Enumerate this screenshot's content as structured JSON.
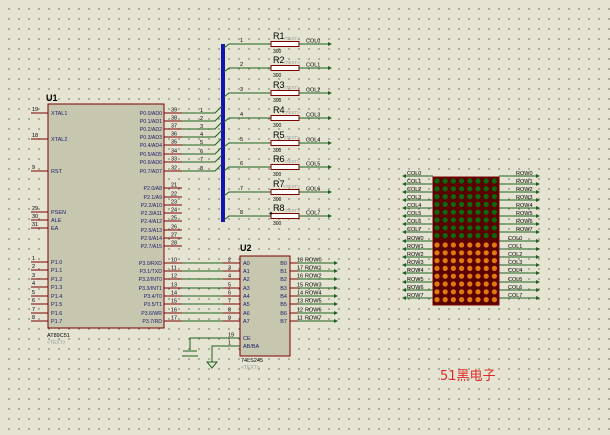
{
  "u1": {
    "ref": "U1",
    "part": "AT89C51",
    "tag": "<TEXT>",
    "left_pins": [
      {
        "n": "19",
        "name": "XTAL1"
      },
      {
        "n": "18",
        "name": "XTAL2"
      },
      {
        "n": "9",
        "name": "RST"
      },
      {
        "n": "29",
        "name": "PSEN"
      },
      {
        "n": "30",
        "name": "ALE"
      },
      {
        "n": "31",
        "name": "EA"
      },
      {
        "n": "1",
        "name": "P1.0"
      },
      {
        "n": "2",
        "name": "P1.1"
      },
      {
        "n": "3",
        "name": "P1.2"
      },
      {
        "n": "4",
        "name": "P1.3"
      },
      {
        "n": "5",
        "name": "P1.4"
      },
      {
        "n": "6",
        "name": "P1.5"
      },
      {
        "n": "7",
        "name": "P1.6"
      },
      {
        "n": "8",
        "name": "P1.7"
      }
    ],
    "right_pins_p0": [
      {
        "n": "39",
        "name": "P0.0/AD0"
      },
      {
        "n": "38",
        "name": "P0.1/AD1"
      },
      {
        "n": "37",
        "name": "P0.2/AD2"
      },
      {
        "n": "36",
        "name": "P0.3/AD3"
      },
      {
        "n": "35",
        "name": "P0.4/AD4"
      },
      {
        "n": "34",
        "name": "P0.5/AD5"
      },
      {
        "n": "33",
        "name": "P0.6/AD6"
      },
      {
        "n": "32",
        "name": "P0.7/AD7"
      }
    ],
    "right_pins_p2": [
      {
        "n": "21",
        "name": "P2.0/A8"
      },
      {
        "n": "22",
        "name": "P2.1/A9"
      },
      {
        "n": "23",
        "name": "P2.2/A10"
      },
      {
        "n": "24",
        "name": "P2.3/A11"
      },
      {
        "n": "25",
        "name": "P2.4/A12"
      },
      {
        "n": "26",
        "name": "P2.5/A13"
      },
      {
        "n": "27",
        "name": "P2.6/A14"
      },
      {
        "n": "28",
        "name": "P2.7/A15"
      }
    ],
    "right_pins_p3": [
      {
        "n": "10",
        "name": "P3.0/RXD"
      },
      {
        "n": "11",
        "name": "P3.1/TXD"
      },
      {
        "n": "12",
        "name": "P3.2/INT0"
      },
      {
        "n": "13",
        "name": "P3.3/INT1"
      },
      {
        "n": "14",
        "name": "P3.4/T0"
      },
      {
        "n": "15",
        "name": "P3.5/T1"
      },
      {
        "n": "16",
        "name": "P3.6/WR"
      },
      {
        "n": "17",
        "name": "P3.7/RD"
      }
    ]
  },
  "bus_wires": [
    "1",
    "2",
    "3",
    "4",
    "5",
    "6",
    "7",
    "8"
  ],
  "resistors": [
    {
      "ref": "R1",
      "value": "300",
      "tag": "<TEXT>",
      "net": "COL0"
    },
    {
      "ref": "R2",
      "value": "300",
      "tag": "<TEXT>",
      "net": "COL1"
    },
    {
      "ref": "R3",
      "value": "300",
      "tag": "<TEXT>",
      "net": "COL2"
    },
    {
      "ref": "R4",
      "value": "300",
      "tag": "<TEXT>",
      "net": "COL3"
    },
    {
      "ref": "R5",
      "value": "300",
      "tag": "<TEXT>",
      "net": "COL4"
    },
    {
      "ref": "R6",
      "value": "300",
      "tag": "<TEXT>",
      "net": "COL5"
    },
    {
      "ref": "R7",
      "value": "300",
      "tag": "<TEXT>",
      "net": "COL6"
    },
    {
      "ref": "R8",
      "value": "300",
      "tag": "<TEXT>",
      "net": "COL7"
    }
  ],
  "u2": {
    "ref": "U2",
    "part": "74LS245",
    "tag": "<TEXT>",
    "a_pins": [
      {
        "n": "2",
        "name": "A0"
      },
      {
        "n": "3",
        "name": "A1"
      },
      {
        "n": "4",
        "name": "A2"
      },
      {
        "n": "5",
        "name": "A3"
      },
      {
        "n": "6",
        "name": "A4"
      },
      {
        "n": "7",
        "name": "A5"
      },
      {
        "n": "8",
        "name": "A6"
      },
      {
        "n": "9",
        "name": "A7"
      }
    ],
    "b_pins": [
      {
        "n": "18",
        "name": "B0",
        "net": "ROW0"
      },
      {
        "n": "17",
        "name": "B1",
        "net": "ROW1"
      },
      {
        "n": "16",
        "name": "B2",
        "net": "ROW2"
      },
      {
        "n": "15",
        "name": "B3",
        "net": "ROW3"
      },
      {
        "n": "14",
        "name": "B4",
        "net": "ROW4"
      },
      {
        "n": "13",
        "name": "B5",
        "net": "ROW5"
      },
      {
        "n": "12",
        "name": "B6",
        "net": "ROW6"
      },
      {
        "n": "11",
        "name": "B7",
        "net": "ROW7"
      }
    ],
    "ctrl_pins": [
      {
        "n": "19",
        "name": "CE"
      },
      {
        "n": "1",
        "name": "AB/BA"
      }
    ]
  },
  "matrix": {
    "top_left_labels": [
      "COL0",
      "COL1",
      "COL2",
      "COL3",
      "COL4",
      "COL5",
      "COL6",
      "COL7"
    ],
    "top_right_labels": [
      "ROW0",
      "ROW1",
      "ROW2",
      "ROW3",
      "ROW4",
      "ROW5",
      "ROW6",
      "ROW7"
    ],
    "bottom_left_labels": [
      "ROW0",
      "ROW1",
      "ROW2",
      "ROW3",
      "ROW4",
      "ROW5",
      "ROW6",
      "ROW7"
    ],
    "bottom_right_labels": [
      "COL0",
      "COL1",
      "COL2",
      "COL3",
      "COL4",
      "COL5",
      "COL6",
      "COL7"
    ],
    "top_color": "#0c6a0c",
    "bottom_color": "#e07a10"
  },
  "watermark": "51黑电子"
}
